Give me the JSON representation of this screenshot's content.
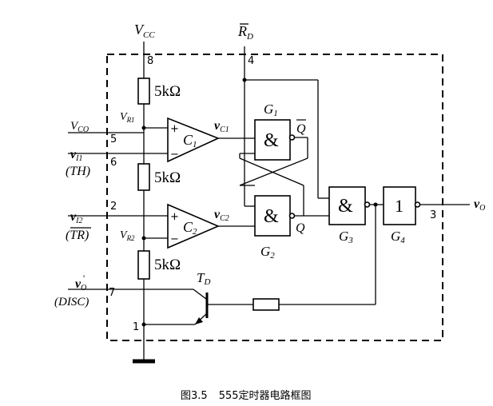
{
  "power": {
    "vcc": "V",
    "vcc_sub": "CC"
  },
  "reset": {
    "label": "R",
    "sub": "D",
    "pin": "4"
  },
  "pins": {
    "p8": "8",
    "p5": "5",
    "p6": "6",
    "p2": "2",
    "p7": "7",
    "p1": "1",
    "p3": "3"
  },
  "resistors": {
    "r1": "5kΩ",
    "r2": "5kΩ",
    "r3": "5kΩ"
  },
  "nodes": {
    "vr1": "V",
    "vr1_sub": "R1",
    "vr2": "V",
    "vr2_sub": "R2"
  },
  "inputs": {
    "vco": "V",
    "vco_sub": "CO",
    "vi1": "v",
    "vi1_sub": "I1",
    "th": "(TH)",
    "vi2": "v",
    "vi2_sub": "I2",
    "tr": "(TR)",
    "vo_prime": "v",
    "vo_prime_sub": "O",
    "vo_prime_mark": "'",
    "disc": "(DISC)"
  },
  "comparators": {
    "c1": {
      "name": "C",
      "sub": "1",
      "plus": "+",
      "minus": "−",
      "out": "v",
      "out_sub": "C1"
    },
    "c2": {
      "name": "C",
      "sub": "2",
      "plus": "+",
      "minus": "−",
      "out": "v",
      "out_sub": "C2"
    }
  },
  "gates": {
    "g1": {
      "name": "G",
      "sub": "1",
      "symbol": "&",
      "out": "Q"
    },
    "g2": {
      "name": "G",
      "sub": "2",
      "symbol": "&",
      "out": "Q"
    },
    "g3": {
      "name": "G",
      "sub": "3",
      "symbol": "&"
    },
    "g4": {
      "name": "G",
      "sub": "4",
      "symbol": "1"
    }
  },
  "transistor": {
    "name": "T",
    "sub": "D"
  },
  "output": {
    "label": "v",
    "sub": "O"
  },
  "caption": {
    "figure": "图3.5",
    "title": "555定时器电路框图"
  }
}
